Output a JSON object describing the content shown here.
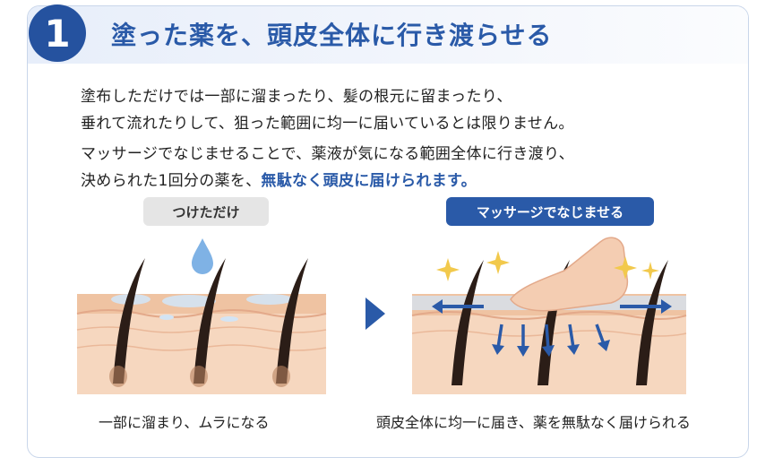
{
  "header": {
    "step_number": "1",
    "title": "塗った薬を、頭皮全体に行き渡らせる"
  },
  "body": {
    "line1": "塗布しただけでは一部に溜まったり、髪の根元に留まったり、",
    "line2": "垂れて流れたりして、狙った範囲に均一に届いているとは限りません。",
    "line3": "マッサージでなじませることで、薬液が気になる範囲全体に行き渡り、",
    "line4_plain": "決められた1回分の薬を、",
    "line4_highlight": "無駄なく頭皮に届けられます。"
  },
  "left_panel": {
    "label": "つけただけ",
    "caption": "一部に溜まり、ムラになる"
  },
  "right_panel": {
    "label": "マッサージでなじませる",
    "caption": "頭皮全体に均一に届き、薬を無駄なく届けられる"
  },
  "colors": {
    "accent": "#2a5aa8",
    "skin": "#f3c9a8",
    "hair": "#2b1d17",
    "gel": "#cfe1f2"
  }
}
